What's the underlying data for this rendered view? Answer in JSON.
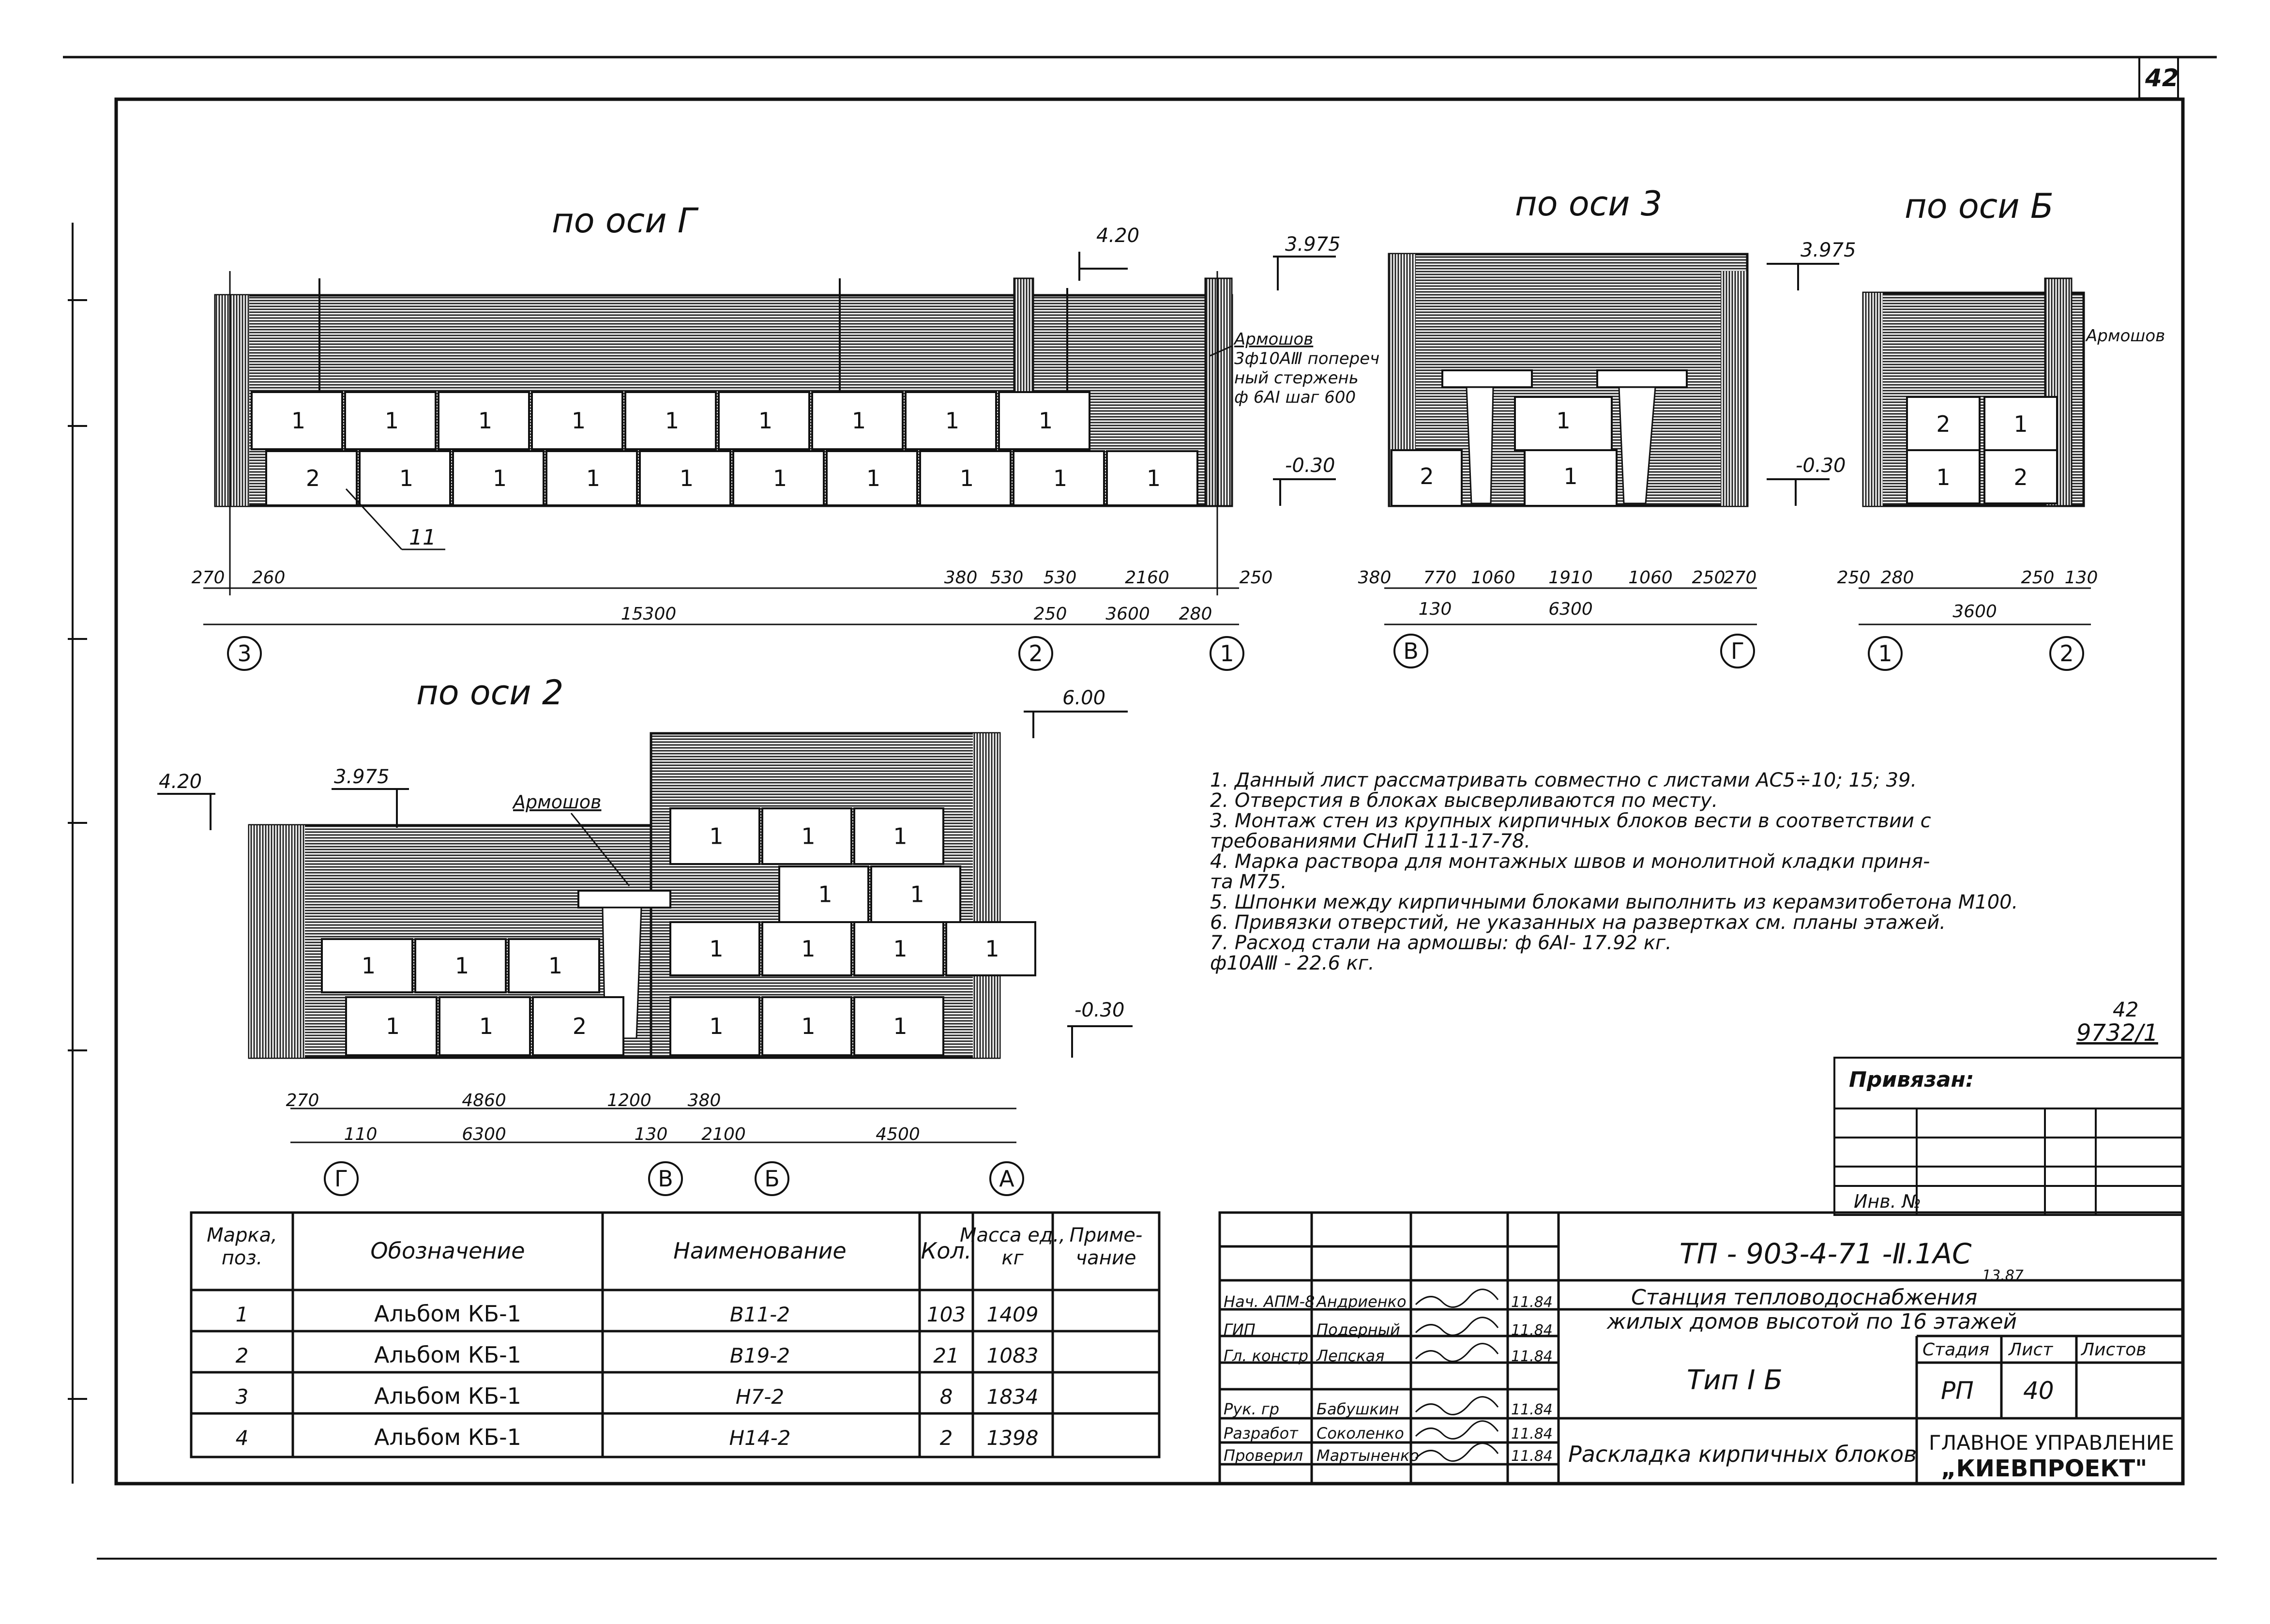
{
  "sheet_number": "42",
  "views": {
    "g": {
      "title": "по оси Г",
      "elev_top": "4.20",
      "elev_mid": "3.975",
      "elev_bottom": "-0.30",
      "rebar_note": [
        "Армошов",
        "3ф10АⅢ попереч",
        "ный стержень",
        "ф 6АⅠ шаг 600"
      ],
      "callout": "11",
      "row_top": [
        "1",
        "1",
        "1",
        "1",
        "1",
        "1",
        "1",
        "1",
        "1"
      ],
      "row_bottom": [
        "2",
        "1",
        "1",
        "1",
        "1",
        "1",
        "1",
        "1",
        "1",
        "1"
      ],
      "dims_top": [
        "270",
        "260",
        "380",
        "530",
        "530",
        "2160",
        "250"
      ],
      "dims_bottom": [
        "15300",
        "250",
        "3600",
        "280"
      ],
      "axes": [
        "3",
        "2",
        "1"
      ]
    },
    "axis3": {
      "title": "по оси 3",
      "elev": "3.975",
      "blocks": [
        "1",
        "2",
        "1"
      ],
      "dims_top": [
        "380",
        "770",
        "1060",
        "1910",
        "1060",
        "250",
        "270"
      ],
      "dims_bottom": [
        "130",
        "6300"
      ],
      "axes": [
        "В",
        "Г"
      ]
    },
    "b": {
      "title": "по оси Б",
      "rebar": "Армошов",
      "elev": "3.975",
      "elev_bottom": "-0.30",
      "blocks": [
        "2",
        "1",
        "1",
        "2"
      ],
      "dims_top": [
        "250",
        "280",
        "250",
        "130"
      ],
      "dims_bottom": [
        "3600"
      ],
      "axes": [
        "1",
        "2"
      ]
    },
    "axis2": {
      "title": "по оси 2",
      "elev_top": "6.00",
      "elev_left": "4.20",
      "elev_mid": "3.975",
      "elev_bottom": "-0.30",
      "rebar": "Армошов",
      "right_blocks": [
        "1",
        "1",
        "1",
        "1",
        "1",
        "1",
        "1",
        "1",
        "1",
        "1",
        "1",
        "1"
      ],
      "left_row_top": [
        "1",
        "1",
        "1"
      ],
      "left_row_bottom": [
        "1",
        "1",
        "2"
      ],
      "dims_top": [
        "270",
        "4860",
        "1200",
        "380"
      ],
      "dims_bottom": [
        "110",
        "6300",
        "130",
        "2100",
        "4500"
      ],
      "axes": [
        "Г",
        "В",
        "Б",
        "А"
      ]
    }
  },
  "notes": [
    "1.  Данный лист рассматривать совместно с листами АС5÷10; 15; 39.",
    "2.  Отверстия в блоках высверливаются  по месту.",
    "3.  Монтаж стен из крупных кирпичных блоков вести в соответствии с",
    "     требованиями СНиП 111-17-78.",
    "4.  Марка раствора для монтажных  швов и монолитной кладки приня-",
    "     та М75.",
    "5.  Шпонки между кирпичными блоками выполнить из керамзитобетона  М100.",
    "6.  Привязки отверстий, не указанных на развертках см. планы  этажей.",
    "7.  Расход  стали на армошвы: ф 6АⅠ- 17.92 кг.",
    "                                                ф10АⅢ - 22.6 кг."
  ],
  "stamp_code": [
    "42",
    "9732/1"
  ],
  "privyazan": {
    "label": "Привязан:",
    "inv": "Инв. №"
  },
  "spec_table": {
    "headers": [
      "Марка, поз.",
      "Обозначение",
      "Наименование",
      "Кол.",
      "Масса ед., кг",
      "Приме- чание"
    ],
    "rows": [
      [
        "1",
        "Альбом   КБ-1",
        "В11-2",
        "103",
        "1409",
        ""
      ],
      [
        "2",
        "Альбом   КБ-1",
        "В19-2",
        "21",
        "1083",
        ""
      ],
      [
        "3",
        "Альбом   КБ-1",
        "Н7-2",
        "8",
        "1834",
        ""
      ],
      [
        "4",
        "Альбом   КБ-1",
        "Н14-2",
        "2",
        "1398",
        ""
      ]
    ]
  },
  "title_block": {
    "doc_code": "ТП - 903-4-71 -Ⅱ.1АС",
    "doc_sub": "13.87",
    "project_line1": "Станция  тепловодоснабжения",
    "project_line2": "жилых домов высотой  по 16  этажей",
    "type": "Тип  Ⅰ Б",
    "stage_h": "Стадия",
    "sheet_h": "Лист",
    "sheets_h": "Листов",
    "stage": "РП",
    "sheet": "40",
    "drawing_title": "Раскладка кирпичных блоков",
    "org1": "ГЛАВНОЕ УПРАВЛЕНИЕ",
    "org2": "„КИЕВПРОЕКТ\"",
    "staff": [
      [
        "Нач. АПМ-8",
        "Андриенко",
        "11.84"
      ],
      [
        "ГИП",
        "Подерный",
        "11.84"
      ],
      [
        "Гл. констр",
        "Лепская",
        "11.84"
      ],
      [
        "Рук. гр",
        "Бабушкин",
        "11.84"
      ],
      [
        "Разработ",
        "Соколенко",
        "11.84"
      ],
      [
        "Проверил",
        "Мартыненко",
        "11.84"
      ]
    ]
  }
}
